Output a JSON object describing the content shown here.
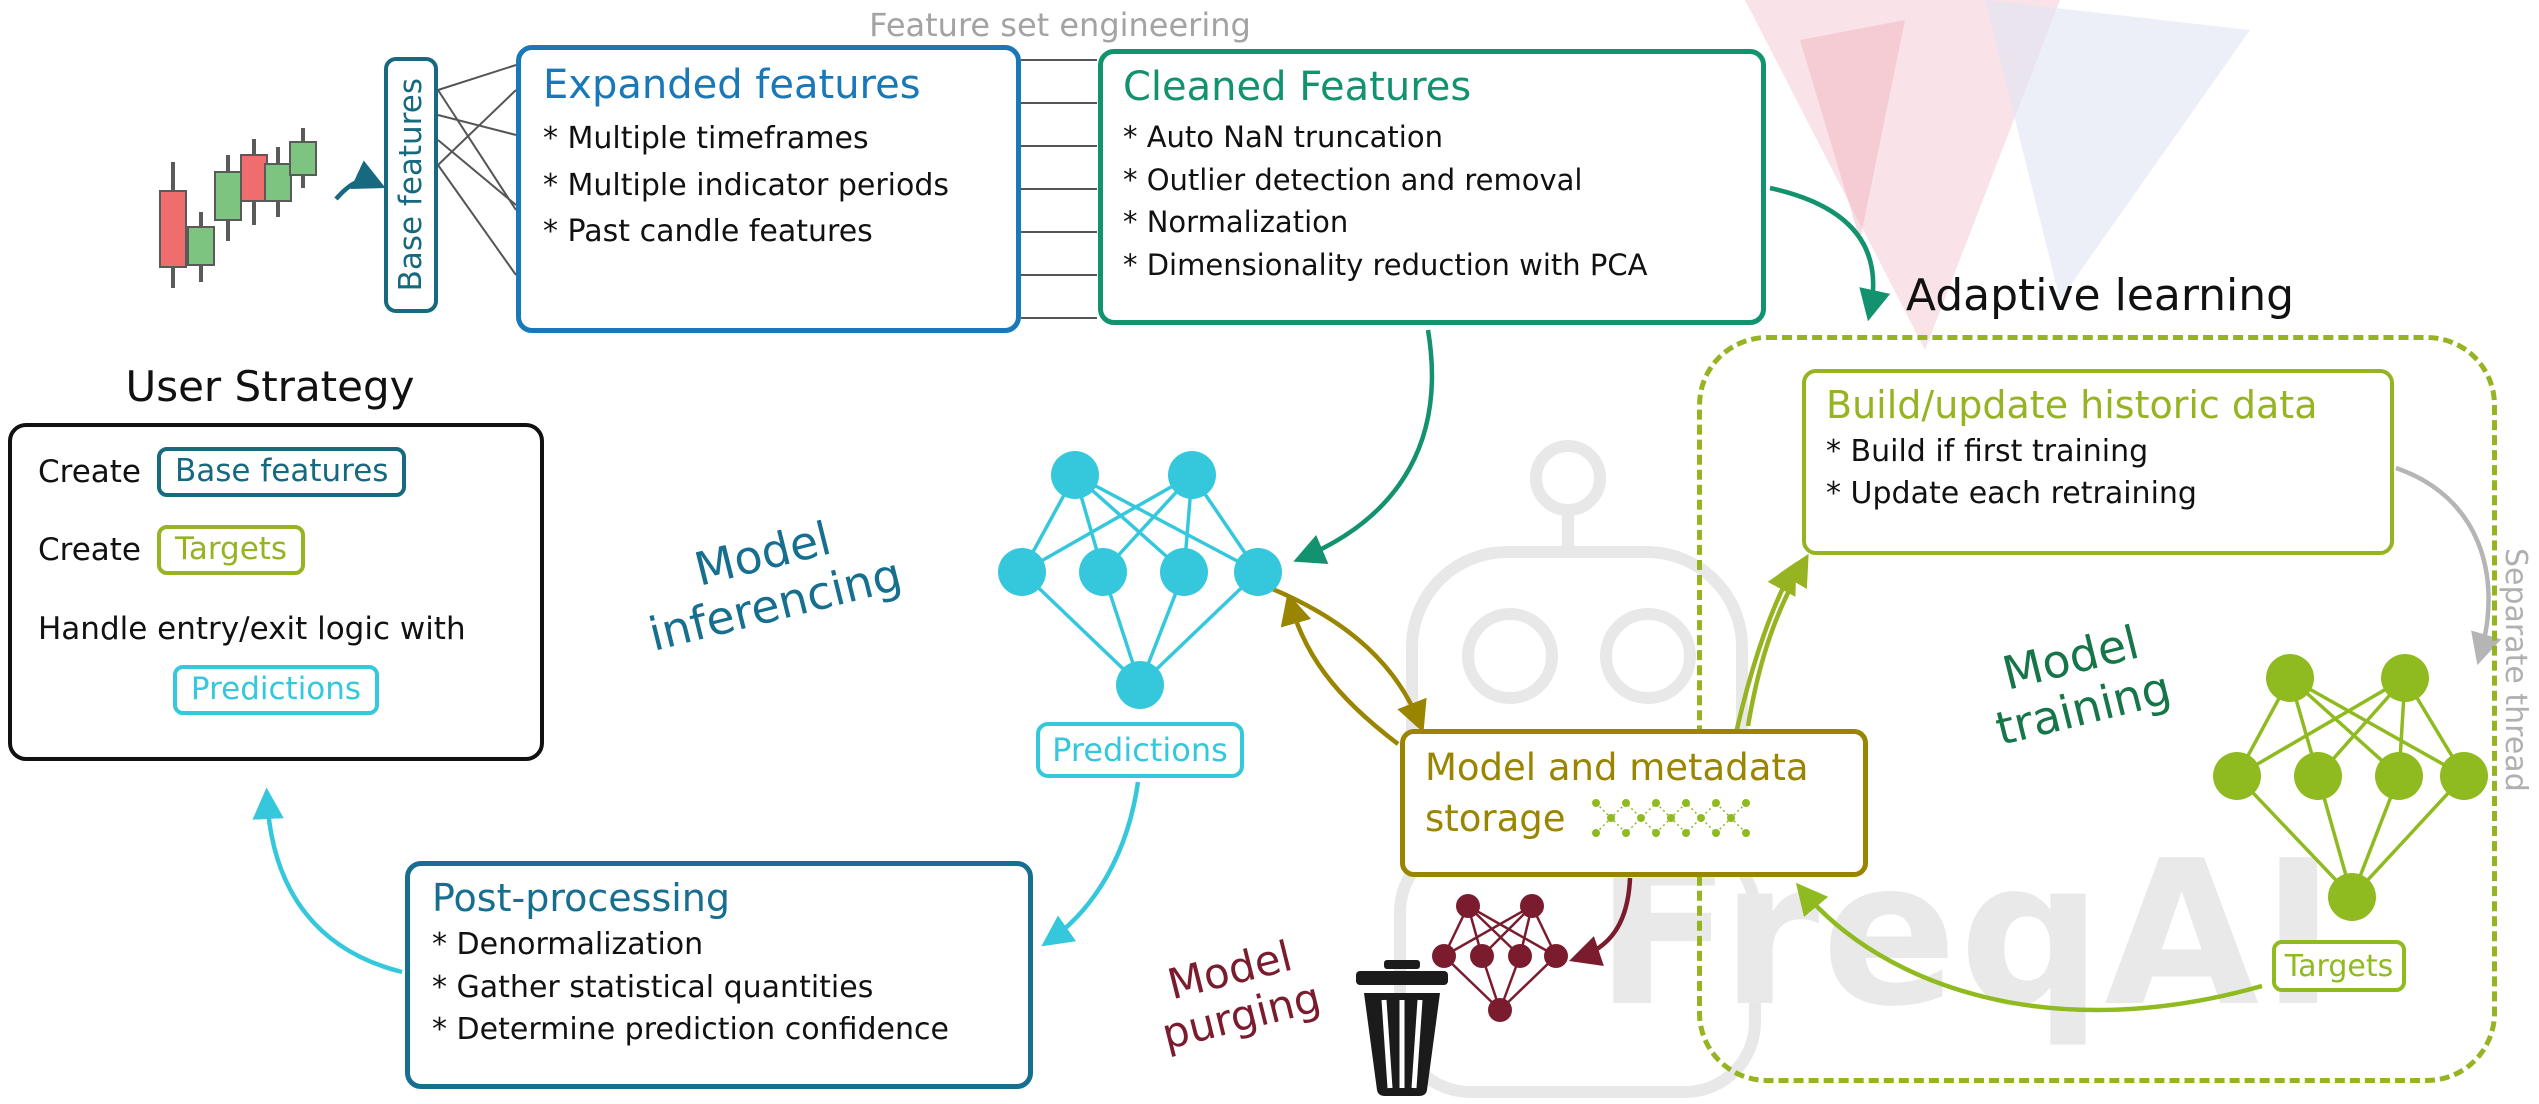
{
  "pipeline": {
    "caption": "Feature set engineering",
    "base_features": "Base features",
    "expanded": {
      "title": "Expanded features",
      "items": [
        "* Multiple timeframes",
        "* Multiple indicator periods",
        "* Past candle features"
      ]
    },
    "cleaned": {
      "title": "Cleaned Features",
      "items": [
        "* Auto NaN truncation",
        "* Outlier detection and removal",
        "* Normalization",
        "* Dimensionality reduction with PCA"
      ]
    }
  },
  "user_strategy": {
    "title": "User Strategy",
    "create1": "Create",
    "chip_base": "Base features",
    "create2": "Create",
    "chip_targets": "Targets",
    "handle": "Handle entry/exit logic with",
    "chip_predictions": "Predictions"
  },
  "inferencing": {
    "line1": "Model",
    "line2": "inferencing"
  },
  "predictions_label": "Predictions",
  "storage": {
    "line1": "Model and metadata",
    "line2": "storage"
  },
  "adaptive": {
    "title": "Adaptive learning",
    "build": {
      "title": "Build/update historic data",
      "items": [
        "* Build if first training",
        "* Update each retraining"
      ]
    },
    "training": {
      "line1": "Model",
      "line2": "training"
    },
    "targets_label": "Targets",
    "separate_thread": "Separate thread"
  },
  "post_processing": {
    "title": "Post-processing",
    "items": [
      "* Denormalization",
      "* Gather statistical quantities",
      "* Determine prediction confidence"
    ]
  },
  "purging": {
    "line1": "Model",
    "line2": "purging"
  },
  "watermark": "FreqAI",
  "colors": {
    "blue": "#1878b8",
    "teal": "#16697e",
    "dark_teal": "#176f8f",
    "green": "#13926f",
    "dark_green": "#17754a",
    "olive": "#96b421",
    "net_green": "#8fba20",
    "gold": "#9a8500",
    "cyan": "#35c8dc",
    "dark_red": "#7a1c2e",
    "gray": "#a3a3a3"
  }
}
